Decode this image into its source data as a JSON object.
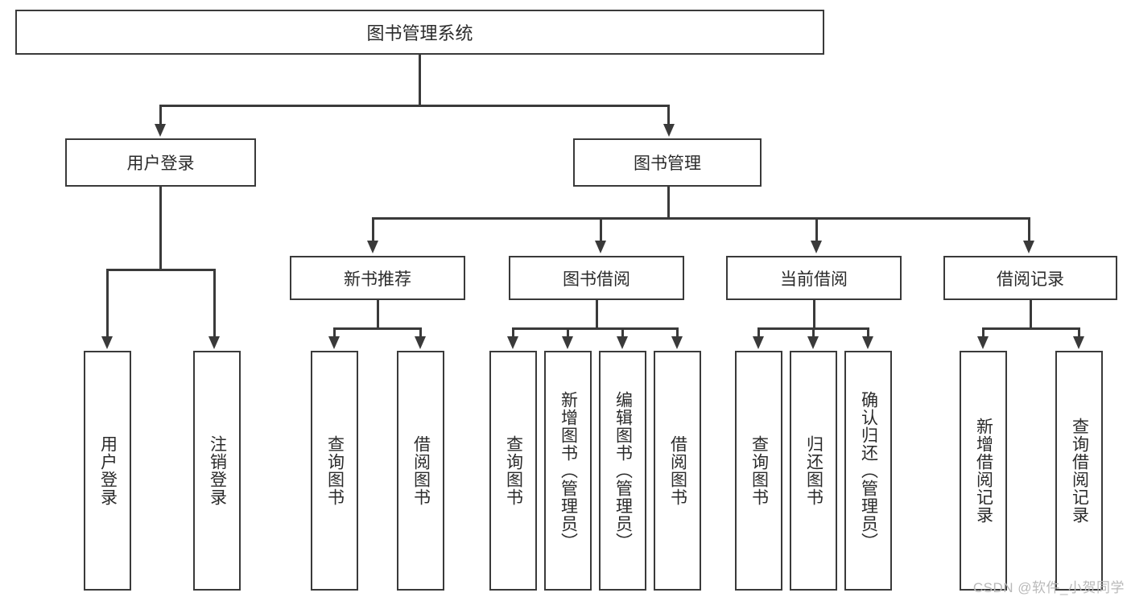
{
  "diagram": {
    "type": "tree",
    "title": "图书管理系统",
    "root": {
      "label": "图书管理系统"
    },
    "level1": [
      {
        "label": "用户登录"
      },
      {
        "label": "图书管理"
      }
    ],
    "level2": [
      {
        "label": "新书推荐"
      },
      {
        "label": "图书借阅"
      },
      {
        "label": "当前借阅"
      },
      {
        "label": "借阅记录"
      }
    ],
    "leaves": {
      "user_login": [
        {
          "label": "用户登录"
        },
        {
          "label": "注销登录"
        }
      ],
      "new_book_recommend": [
        {
          "label": "查询图书"
        },
        {
          "label": "借阅图书"
        }
      ],
      "book_borrow": [
        {
          "label": "查询图书"
        },
        {
          "label": "新增图书（管理员）"
        },
        {
          "label": "编辑图书（管理员）"
        },
        {
          "label": "借阅图书"
        }
      ],
      "current_borrow": [
        {
          "label": "查询图书"
        },
        {
          "label": "归还图书"
        },
        {
          "label": "确认归还（管理员）"
        }
      ],
      "borrow_record": [
        {
          "label": "新增借阅记录"
        },
        {
          "label": "查询借阅记录"
        }
      ]
    }
  },
  "watermark": {
    "text": "CSDN @软件_小贺同学"
  },
  "colors": {
    "stroke": "#3a3a3a",
    "background": "#ffffff",
    "text": "#2b2b2b",
    "watermark": "#b9b9b9"
  }
}
